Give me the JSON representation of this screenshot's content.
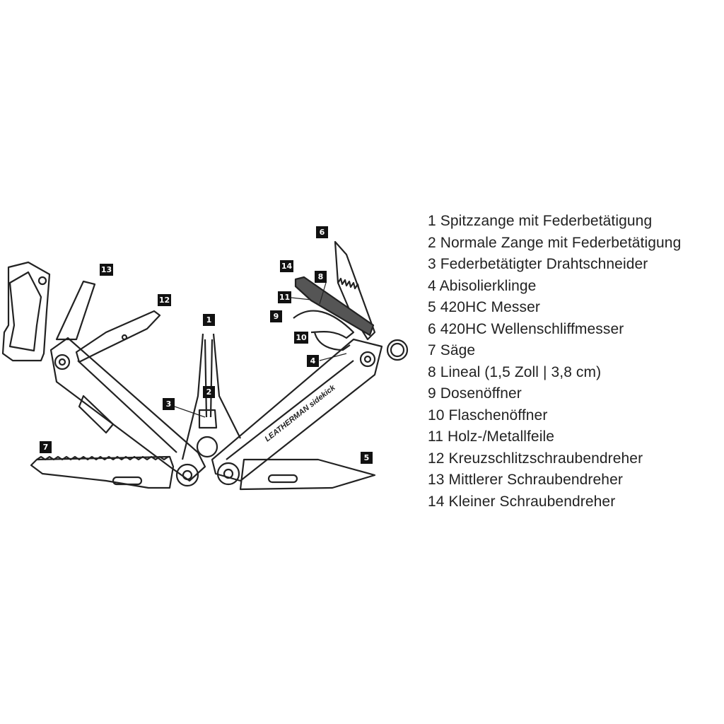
{
  "brand_engraving": "LEATHERMAN sidekick",
  "callouts": [
    "1",
    "2",
    "3",
    "4",
    "5",
    "6",
    "7",
    "8",
    "9",
    "10",
    "11",
    "12",
    "13",
    "14"
  ],
  "legend": [
    {
      "num": "1",
      "text": "Spitzzange mit Federbetätigung"
    },
    {
      "num": "2",
      "text": "Normale Zange mit Federbetätigung"
    },
    {
      "num": "3",
      "text": "Federbetätigter Drahtschneider"
    },
    {
      "num": "4",
      "text": "Abisolierklinge"
    },
    {
      "num": "5",
      "text": "420HC Messer"
    },
    {
      "num": "6",
      "text": "420HC Wellenschliffmesser"
    },
    {
      "num": "7",
      "text": "Säge"
    },
    {
      "num": "8",
      "text": "Lineal (1,5 Zoll | 3,8 cm)"
    },
    {
      "num": "9",
      "text": "Dosenöffner"
    },
    {
      "num": "10",
      "text": "Flaschenöffner"
    },
    {
      "num": "11",
      "text": "Holz-/Metallfeile"
    },
    {
      "num": "12",
      "text": "Kreuzschlitzschraubendreher"
    },
    {
      "num": "13",
      "text": "Mittlerer Schraubendreher"
    },
    {
      "num": "14",
      "text": "Kleiner Schraubendreher"
    }
  ]
}
